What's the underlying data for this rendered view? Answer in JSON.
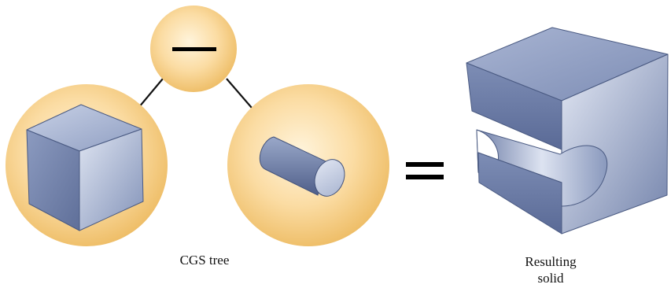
{
  "diagram": {
    "tree_caption": "CGS tree",
    "result_caption_line1": "Resulting",
    "result_caption_line2": "solid",
    "operator_node": "minus-operator",
    "equals_sign": "equals-operator",
    "colors": {
      "node_light": "#fff4dc",
      "node_dark": "#eebd66",
      "solid_light": "#d4dbeb",
      "solid_dark": "#6a7aa0",
      "edge": "#111111"
    }
  }
}
